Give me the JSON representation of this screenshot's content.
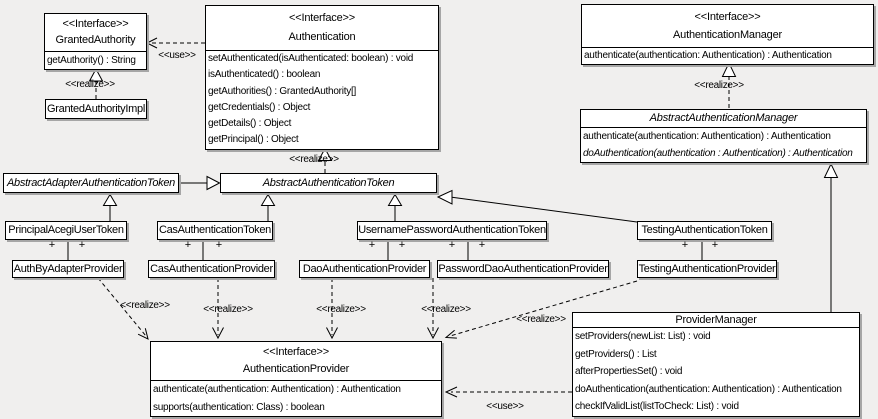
{
  "diagram": {
    "type": "uml-class-diagram",
    "subject": "Acegi / Spring Security authentication classes"
  },
  "labels": {
    "use": "<<use>>",
    "realize": "<<realize>>",
    "plus": "+"
  },
  "classes": {
    "granted_authority": {
      "stereotype": "<<Interface>>",
      "name": "GrantedAuthority",
      "methods": [
        "getAuthority() : String"
      ]
    },
    "granted_authority_impl": {
      "name": "GrantedAuthorityImpl"
    },
    "authentication": {
      "stereotype": "<<Interface>>",
      "name": "Authentication",
      "methods": [
        "setAuthenticated(isAuthenticated: boolean) : void",
        "isAuthenticated() : boolean",
        "getAuthorities() : GrantedAuthority[]",
        "getCredentials() : Object",
        "getDetails() : Object",
        "getPrincipal() : Object"
      ]
    },
    "authentication_manager": {
      "stereotype": "<<Interface>>",
      "name": "AuthenticationManager",
      "methods": [
        "authenticate(authentication: Authentication) : Authentication"
      ]
    },
    "abstract_authentication_manager": {
      "name": "AbstractAuthenticationManager",
      "methods": [
        "authenticate(authentication: Authentication) : Authentication",
        "doAuthentication(authentication : Authentication) : Authentication"
      ]
    },
    "abstract_adapter_authentication_token": {
      "name": "AbstractAdapterAuthenticationToken"
    },
    "abstract_authentication_token": {
      "name": "AbstractAuthenticationToken"
    },
    "principal_acegi_user_token": {
      "name": "PrincipalAcegiUserToken"
    },
    "cas_authentication_token": {
      "name": "CasAuthenticationToken"
    },
    "username_password_authentication_token": {
      "name": "UsernamePasswordAuthenticationToken"
    },
    "testing_authentication_token": {
      "name": "TestingAuthenticationToken"
    },
    "auth_by_adapter_provider": {
      "name": "AuthByAdapterProvider"
    },
    "cas_authentication_provider": {
      "name": "CasAuthenticationProvider"
    },
    "dao_authentication_provider": {
      "name": "DaoAuthenticationProvider"
    },
    "password_dao_authentication_provider": {
      "name": "PasswordDaoAuthenticationProvider"
    },
    "testing_authentication_provider": {
      "name": "TestingAuthenticationProvider"
    },
    "authentication_provider": {
      "stereotype": "<<Interface>>",
      "name": "AuthenticationProvider",
      "methods": [
        "authenticate(authentication: Authentication) : Authentication",
        "supports(authentication: Class) : boolean"
      ]
    },
    "provider_manager": {
      "name": "ProviderManager",
      "methods": [
        "setProviders(newList: List) : void",
        "getProviders() : List",
        "afterPropertiesSet() : void",
        "doAuthentication(authentication: Authentication) : Authentication",
        "checkIfValidList(listToCheck: List) : void"
      ]
    }
  },
  "relationships": [
    {
      "from": "Authentication",
      "to": "GrantedAuthority",
      "type": "use"
    },
    {
      "from": "GrantedAuthorityImpl",
      "to": "GrantedAuthority",
      "type": "realize"
    },
    {
      "from": "AbstractAuthenticationToken",
      "to": "Authentication",
      "type": "realize"
    },
    {
      "from": "AbstractAuthenticationManager",
      "to": "AuthenticationManager",
      "type": "realize"
    },
    {
      "from": "AbstractAdapterAuthenticationToken",
      "to": "AbstractAuthenticationToken",
      "type": "generalization"
    },
    {
      "from": "PrincipalAcegiUserToken",
      "to": "AbstractAdapterAuthenticationToken",
      "type": "generalization"
    },
    {
      "from": "CasAuthenticationToken",
      "to": "AbstractAuthenticationToken",
      "type": "generalization"
    },
    {
      "from": "UsernamePasswordAuthenticationToken",
      "to": "AbstractAuthenticationToken",
      "type": "generalization"
    },
    {
      "from": "TestingAuthenticationToken",
      "to": "AbstractAuthenticationToken",
      "type": "generalization"
    },
    {
      "from": "ProviderManager",
      "to": "AbstractAuthenticationManager",
      "type": "generalization"
    },
    {
      "from": "PrincipalAcegiUserToken",
      "to": "AuthByAdapterProvider",
      "type": "association"
    },
    {
      "from": "CasAuthenticationToken",
      "to": "CasAuthenticationProvider",
      "type": "association"
    },
    {
      "from": "UsernamePasswordAuthenticationToken",
      "to": "DaoAuthenticationProvider",
      "type": "association"
    },
    {
      "from": "UsernamePasswordAuthenticationToken",
      "to": "PasswordDaoAuthenticationProvider",
      "type": "association"
    },
    {
      "from": "TestingAuthenticationToken",
      "to": "TestingAuthenticationProvider",
      "type": "association"
    },
    {
      "from": "AuthByAdapterProvider",
      "to": "AuthenticationProvider",
      "type": "realize"
    },
    {
      "from": "CasAuthenticationProvider",
      "to": "AuthenticationProvider",
      "type": "realize"
    },
    {
      "from": "DaoAuthenticationProvider",
      "to": "AuthenticationProvider",
      "type": "realize"
    },
    {
      "from": "PasswordDaoAuthenticationProvider",
      "to": "AuthenticationProvider",
      "type": "realize"
    },
    {
      "from": "TestingAuthenticationProvider",
      "to": "AuthenticationProvider",
      "type": "realize"
    },
    {
      "from": "ProviderManager",
      "to": "AuthenticationProvider",
      "type": "use"
    }
  ]
}
